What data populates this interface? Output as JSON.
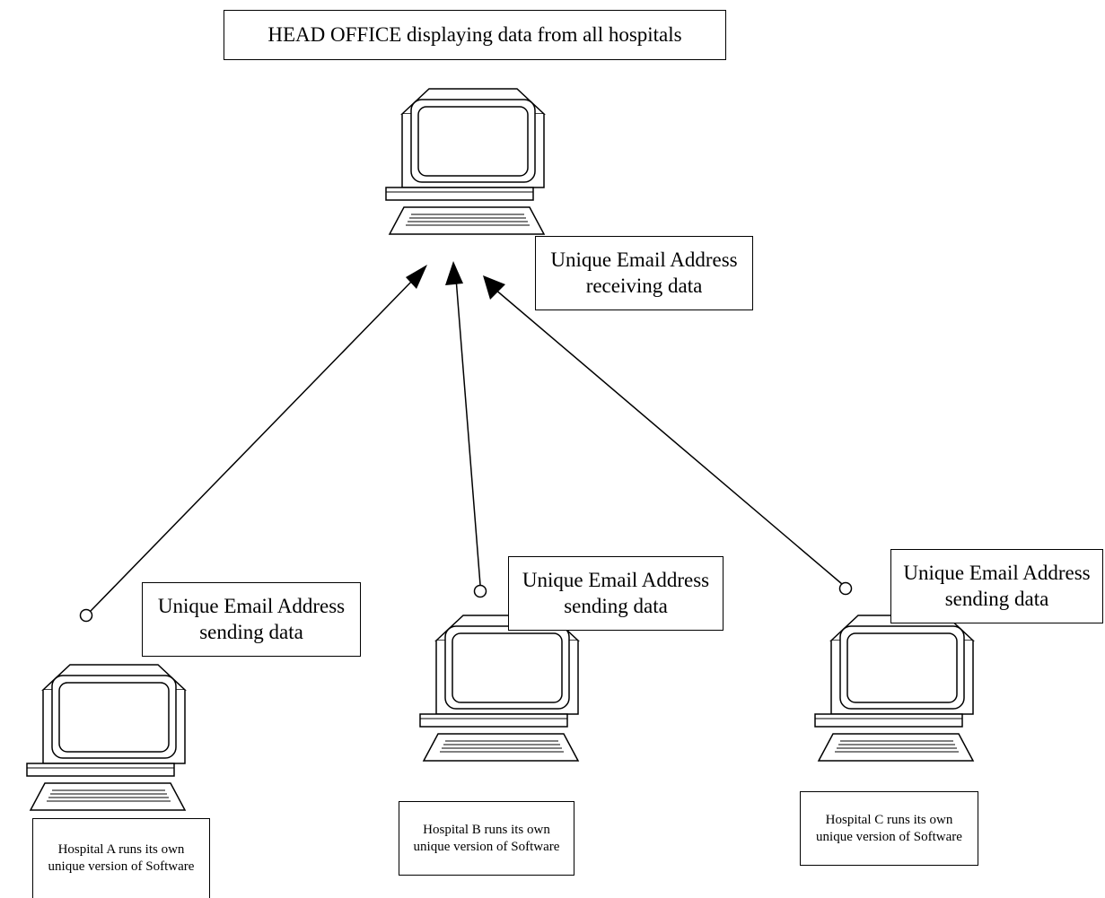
{
  "head_office": {
    "title": "HEAD OFFICE displaying data from all hospitals",
    "email_label": "Unique Email Address receiving data"
  },
  "hospitals": [
    {
      "email_label": "Unique Email Address sending data",
      "caption": "Hospital A runs its own unique version of Software"
    },
    {
      "email_label": "Unique Email Address sending data",
      "caption": "Hospital B runs its own unique version of Software"
    },
    {
      "email_label": "Unique Email Address sending data",
      "caption": "Hospital C runs its own unique version of Software"
    }
  ],
  "icons": [
    "computer-icon",
    "arrowhead-icon",
    "connector-circle-icon"
  ],
  "colors": {
    "line": "#000000",
    "background": "#ffffff"
  }
}
